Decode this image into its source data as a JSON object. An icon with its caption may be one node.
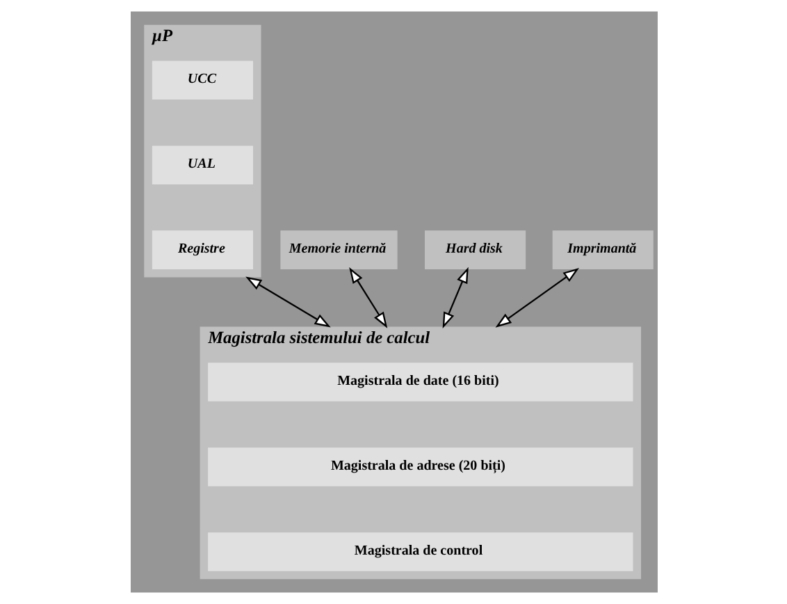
{
  "diagram": {
    "nodes": [
      {
        "text": [
          "µP"
        ]
      },
      {
        "text": [
          "UCC"
        ],
        "in": 0
      },
      {
        "text": [
          "UAL"
        ],
        "in": 0
      },
      {
        "text": [
          "Registre"
        ],
        "in": 0
      },
      {
        "text": [
          "Memorie internă"
        ]
      },
      {
        "text": [
          "Hard disk"
        ]
      },
      {
        "text": [
          "Imprimantă"
        ]
      },
      {
        "text": [
          "Magistrala sistemului de calcul"
        ]
      },
      {
        "text": [
          "Magistrala de date (16 biti)"
        ],
        "in": 7
      },
      {
        "text": [
          "Magistrala de adrese (20 biți)"
        ],
        "in": 7
      },
      {
        "text": [
          "Magistrala de control"
        ],
        "in": 7
      }
    ],
    "edges": [
      {
        "from": 0,
        "to": 7,
        "arrow": "both"
      },
      {
        "from": 4,
        "to": 7,
        "arrow": "both"
      },
      {
        "from": 5,
        "to": 7,
        "arrow": "both"
      },
      {
        "from": 6,
        "to": 7,
        "arrow": "both"
      }
    ]
  }
}
